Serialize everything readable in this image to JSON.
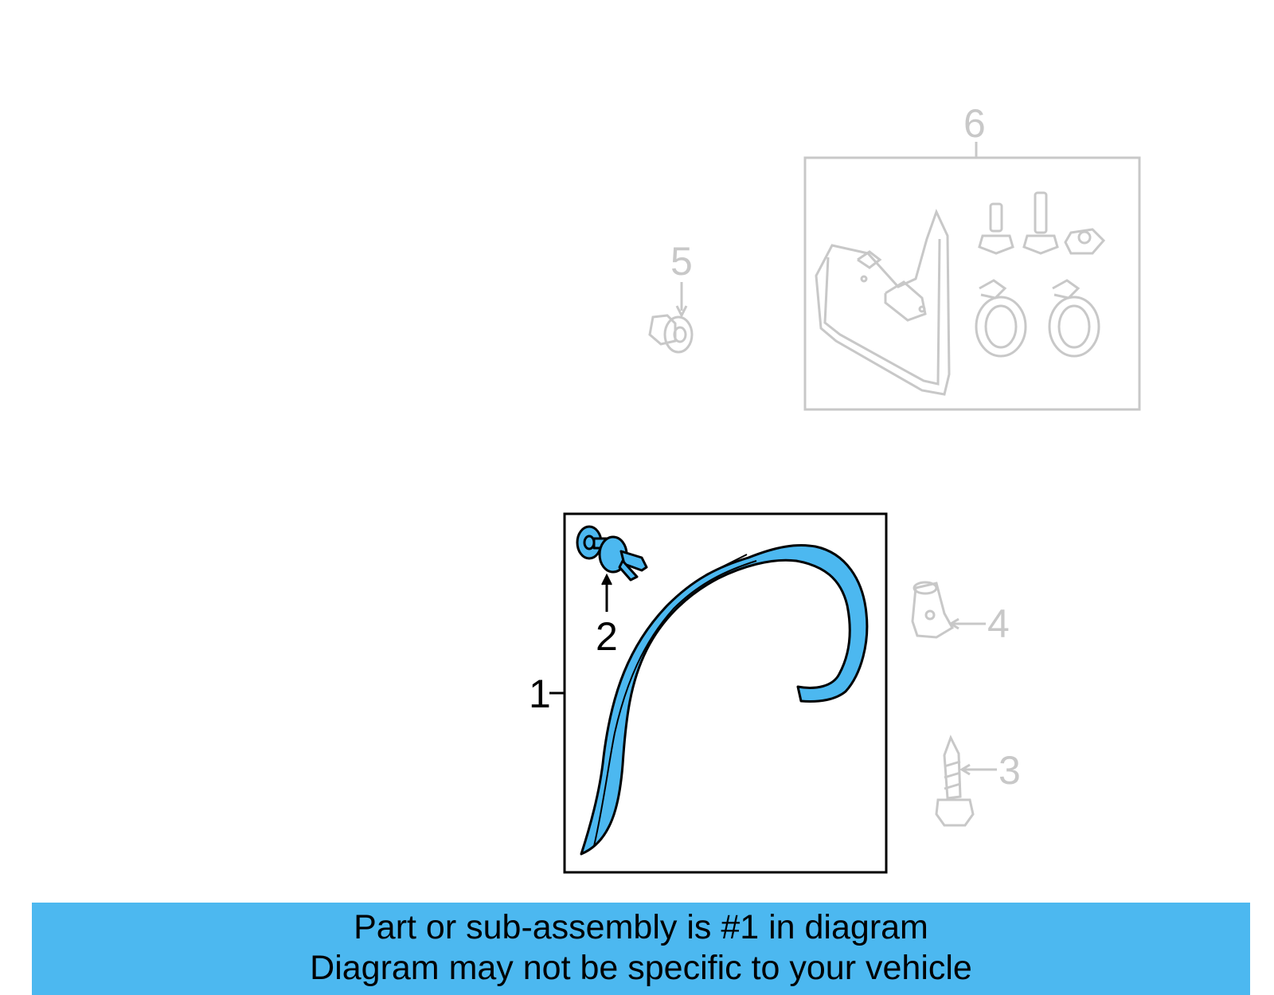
{
  "callouts": {
    "c1": "1",
    "c2": "2",
    "c3": "3",
    "c4": "4",
    "c5": "5",
    "c6": "6"
  },
  "banner": {
    "line1": "Part or sub-assembly is #1 in diagram",
    "line2": "Diagram may not be specific to your vehicle"
  },
  "colors": {
    "highlight": "#4cb8f0",
    "dimmed": "#c8c8c8",
    "outline": "#000000"
  }
}
